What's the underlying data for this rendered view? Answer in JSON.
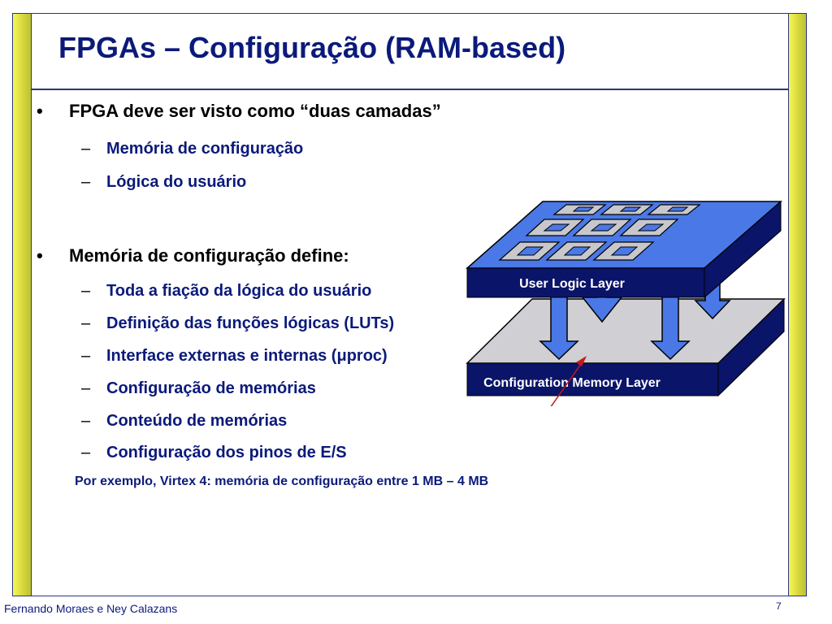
{
  "title": "FPGAs – Configuração (RAM-based)",
  "bullets": [
    {
      "text": "FPGA deve ser visto como “duas camadas”",
      "sub": [
        "Memória de configuração",
        "Lógica do usuário"
      ]
    },
    {
      "text": "Memória de configuração define:",
      "sub": [
        "Toda a fiação da lógica do usuário",
        "Definição das funções lógicas (LUTs)",
        "Interface externas e internas (μproc)",
        "Configuração de memórias",
        "Conteúdo de memórias",
        "Configuração dos pinos de E/S"
      ]
    }
  ],
  "note": "Por exemplo, Virtex 4: memória de configuração entre 1 MB – 4 MB",
  "diagram": {
    "user_layer_label": "User Logic Layer",
    "config_layer_label": "Configuration Memory Layer"
  },
  "footer": {
    "authors": "Fernando Moraes e Ney Calazans",
    "page": "7"
  },
  "colors": {
    "title": "#0b1a7a",
    "side_bar": "#e0e24a",
    "label_bg": "#0a1468",
    "user_top": "#4a78e6",
    "config_top": "#cfcfd4",
    "arrow": "#4a78e6",
    "pointer": "#c81818"
  }
}
